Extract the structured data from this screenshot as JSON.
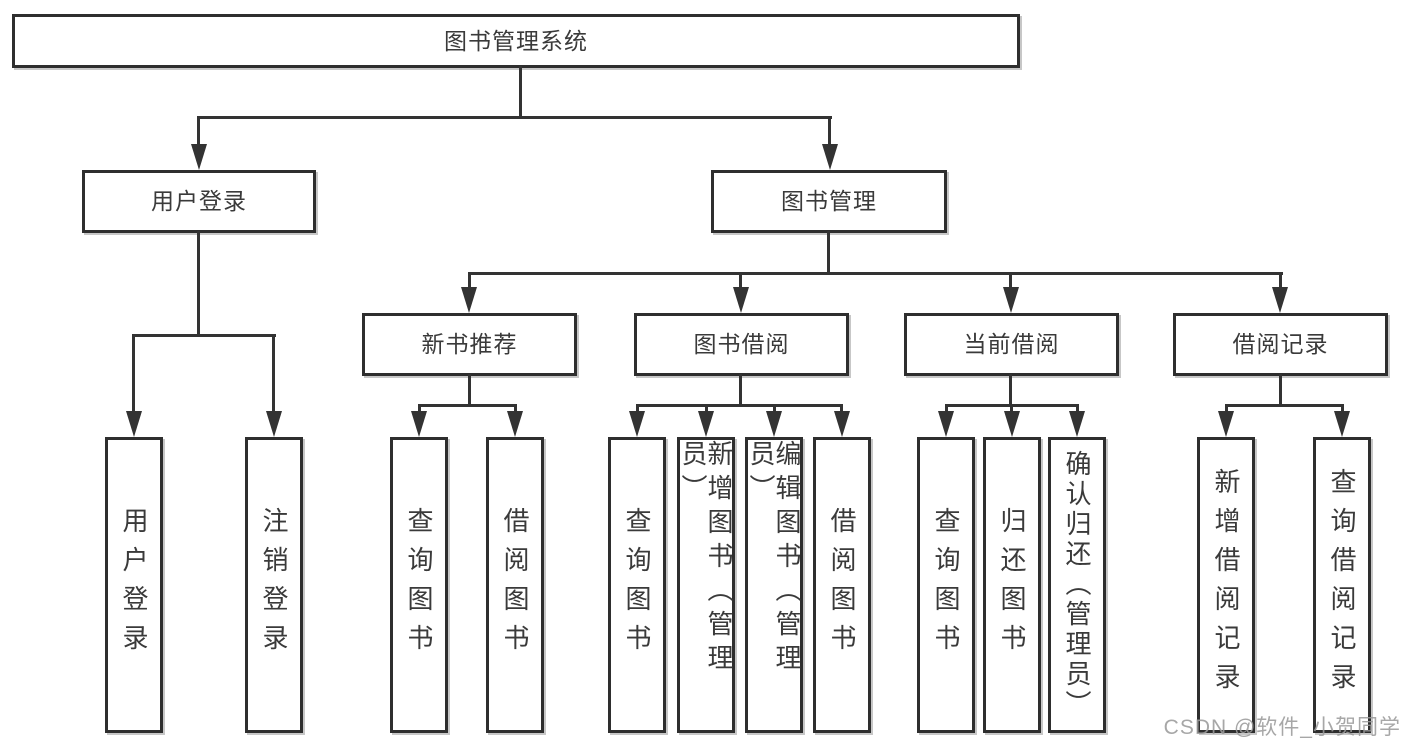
{
  "diagram": {
    "root": {
      "label": "图书管理系统"
    },
    "level2": [
      {
        "label": "用户登录"
      },
      {
        "label": "图书管理"
      }
    ],
    "level3": [
      {
        "label": "新书推荐"
      },
      {
        "label": "图书借阅"
      },
      {
        "label": "当前借阅"
      },
      {
        "label": "借阅记录"
      }
    ],
    "leaves": [
      {
        "label": "用户登录",
        "parent": "用户登录"
      },
      {
        "label": "注销登录",
        "parent": "用户登录"
      },
      {
        "label": "查询图书",
        "parent": "新书推荐"
      },
      {
        "label": "借阅图书",
        "parent": "新书推荐"
      },
      {
        "label": "查询图书",
        "parent": "图书借阅"
      },
      {
        "label": "新增图书（管理员）",
        "parent": "图书借阅"
      },
      {
        "label": "编辑图书（管理员）",
        "parent": "图书借阅"
      },
      {
        "label": "借阅图书",
        "parent": "图书借阅"
      },
      {
        "label": "查询图书",
        "parent": "当前借阅"
      },
      {
        "label": "归还图书",
        "parent": "当前借阅"
      },
      {
        "label": "确认归还（管理员）",
        "parent": "当前借阅"
      },
      {
        "label": "新增借阅记录",
        "parent": "借阅记录"
      },
      {
        "label": "查询借阅记录",
        "parent": "借阅记录"
      }
    ],
    "watermark": "CSDN @软件_小贺同学",
    "colors": {
      "line": "#333333",
      "text": "#3a3a3a",
      "background": "#ffffff",
      "watermark": "#9b9b9b"
    }
  }
}
